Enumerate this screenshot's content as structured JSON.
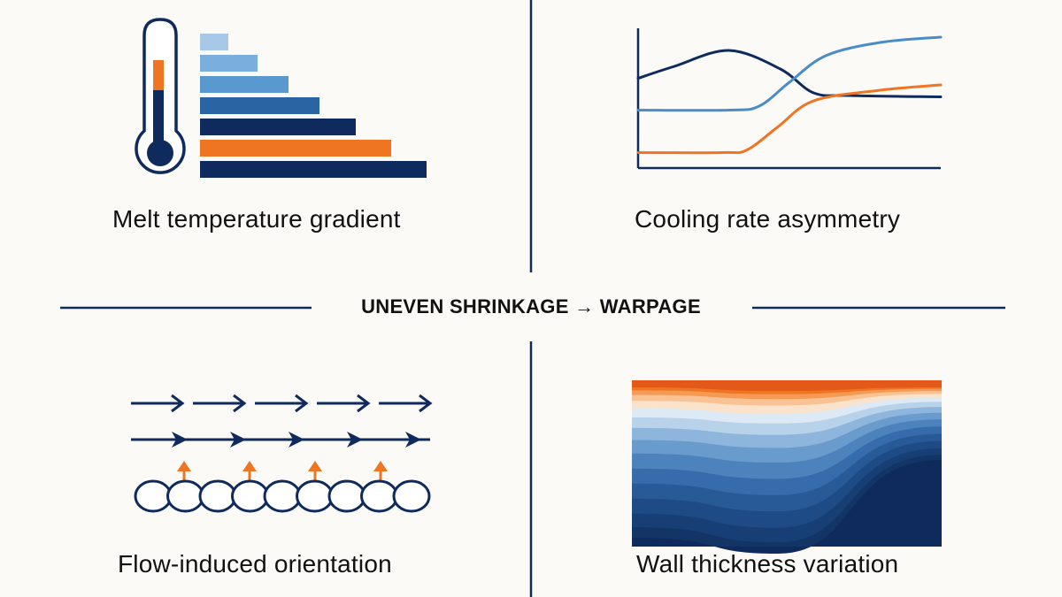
{
  "center_title": "UNEVEN SHRINKAGE → WARPAGE",
  "colors": {
    "navy": "#0f2a5c",
    "orange": "#f07522",
    "blue_mid": "#4a8cc7",
    "blue_light": "#a8c8e8",
    "background": "#fbfaf7"
  },
  "panels": {
    "top_left": {
      "caption": "Melt temperature gradient",
      "icon": "thermometer-icon",
      "bars": [
        {
          "value": 32,
          "color": "#a8c8e8"
        },
        {
          "value": 65,
          "color": "#7aaedc"
        },
        {
          "value": 100,
          "color": "#5a98d0"
        },
        {
          "value": 135,
          "color": "#2a64a2"
        },
        {
          "value": 176,
          "color": "#0f2a5c"
        },
        {
          "value": 216,
          "color": "#f07522"
        },
        {
          "value": 256,
          "color": "#0f2a5c"
        }
      ]
    },
    "top_right": {
      "caption": "Cooling rate asymmetry",
      "curves": [
        {
          "color": "#0f2a5c",
          "points": [
            [
              0,
              0.65
            ],
            [
              0.12,
              0.74
            ],
            [
              0.3,
              0.86
            ],
            [
              0.47,
              0.72
            ],
            [
              0.58,
              0.54
            ],
            [
              0.7,
              0.52
            ],
            [
              1.0,
              0.51
            ]
          ]
        },
        {
          "color": "#4a8cc7",
          "points": [
            [
              0,
              0.41
            ],
            [
              0.3,
              0.41
            ],
            [
              0.4,
              0.44
            ],
            [
              0.5,
              0.62
            ],
            [
              0.62,
              0.82
            ],
            [
              0.8,
              0.92
            ],
            [
              1.0,
              0.96
            ]
          ]
        },
        {
          "color": "#f07522",
          "points": [
            [
              0,
              0.09
            ],
            [
              0.28,
              0.09
            ],
            [
              0.36,
              0.11
            ],
            [
              0.46,
              0.28
            ],
            [
              0.58,
              0.48
            ],
            [
              0.8,
              0.56
            ],
            [
              1.0,
              0.6
            ]
          ]
        }
      ]
    },
    "bottom_left": {
      "caption": "Flow-induced orientation",
      "arrow_rows": [
        {
          "style": "open",
          "count": 5
        },
        {
          "style": "filled",
          "count": 5
        }
      ],
      "chain_count": 9,
      "up_arrow_count": 4
    },
    "bottom_right": {
      "caption": "Wall thickness variation",
      "bands": [
        "#e3591a",
        "#f07522",
        "#f49a55",
        "#f8c295",
        "#fbe3cb",
        "#dde9f4",
        "#b8d2ea",
        "#8eb6dc",
        "#6a9bcd",
        "#4d83bd",
        "#366cab",
        "#285a98",
        "#1e4b86",
        "#173f75",
        "#123565",
        "#0f2a5c"
      ]
    }
  }
}
